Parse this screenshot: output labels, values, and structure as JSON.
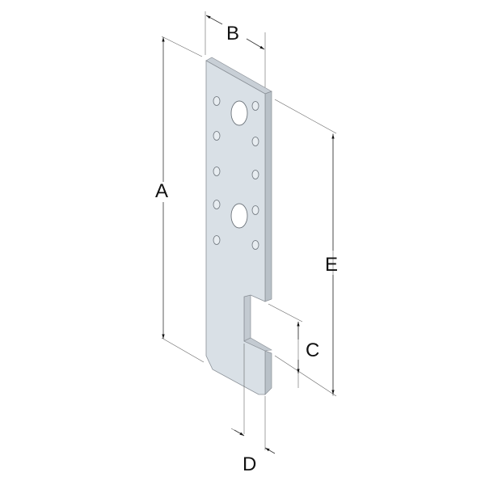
{
  "dimensions": {
    "A": "A",
    "B": "B",
    "C": "C",
    "D": "D",
    "E": "E"
  },
  "colors": {
    "plate_face": "#d9e0e6",
    "plate_edge": "#b9c1c8",
    "outline": "#8a9097"
  }
}
